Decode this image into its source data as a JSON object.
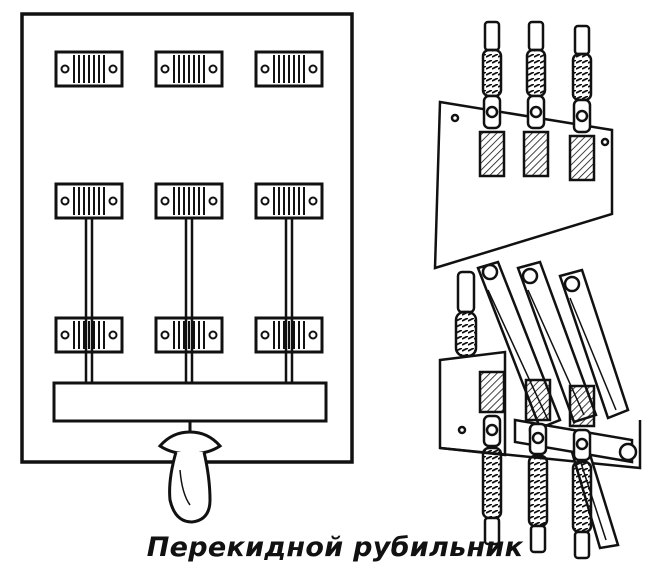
{
  "caption": "Перекидной рубильник",
  "front_view": {
    "label": "switch-front-view",
    "poles": 3,
    "contact_rows": 3
  },
  "side_view": {
    "label": "switch-perspective-view",
    "poles": 3
  },
  "colors": {
    "ink": "#111111",
    "paper": "#ffffff"
  }
}
